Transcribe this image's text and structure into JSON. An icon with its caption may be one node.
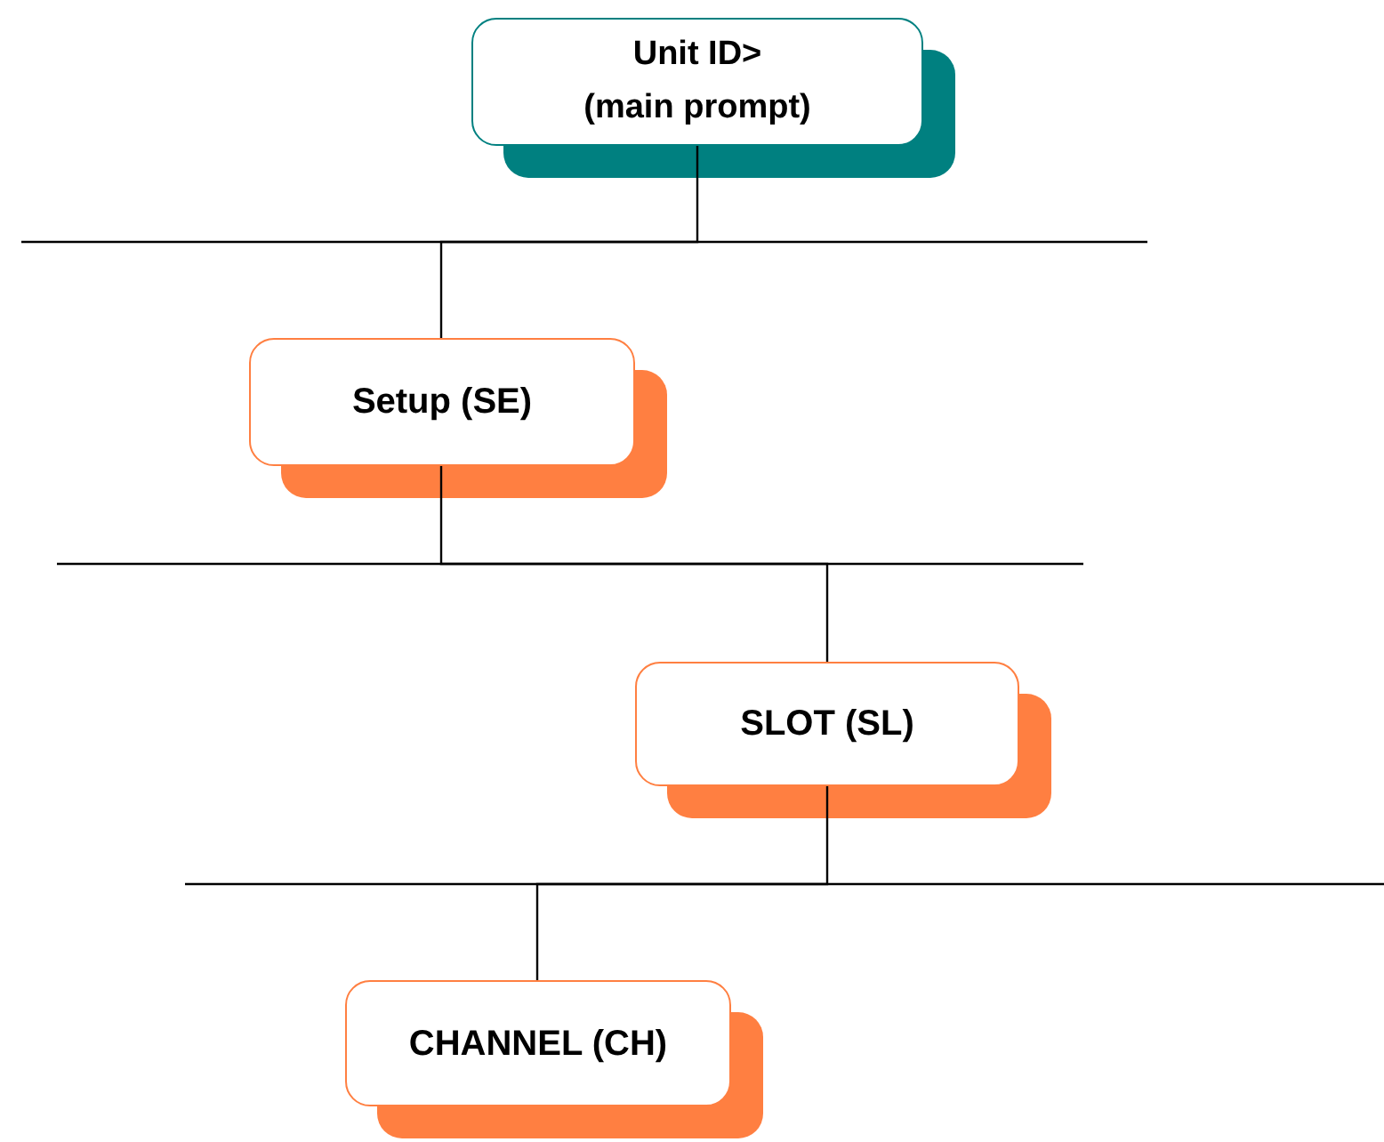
{
  "diagram": {
    "nodes": [
      {
        "text": [
          "Unit ID> (main prompt)"
        ]
      },
      {
        "text": [
          "Setup (SE)"
        ]
      },
      {
        "text": [
          "SLOT (SL)"
        ]
      },
      {
        "text": [
          "CHANNEL (CH)"
        ]
      }
    ],
    "edges": [
      {
        "from": 0,
        "to": 1,
        "arrow": "none"
      },
      {
        "from": 1,
        "to": 2,
        "arrow": "none"
      },
      {
        "from": 2,
        "to": 3,
        "arrow": "none"
      }
    ]
  }
}
